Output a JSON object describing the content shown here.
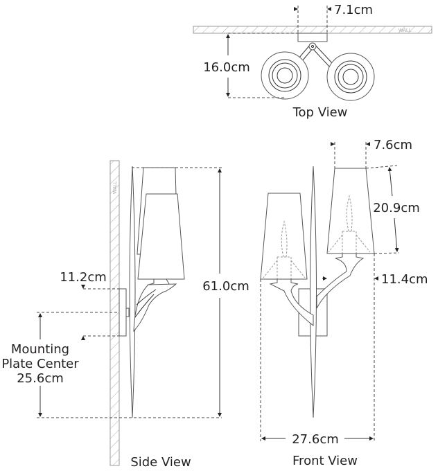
{
  "top_view": {
    "title": "Top View",
    "wall_label": "WALL",
    "plate_width": "7.1cm",
    "depth": "16.0cm"
  },
  "side_view": {
    "title": "Side View",
    "wall_label": "WALL",
    "height": "61.0cm",
    "plate_height": "11.2cm",
    "mounting_label_1": "Mounting",
    "mounting_label_2": "Plate Center",
    "mounting_value": "25.6cm"
  },
  "front_view": {
    "title": "Front View",
    "shade_top_width": "7.6cm",
    "shade_height": "20.9cm",
    "shade_bottom_width": "11.4cm",
    "overall_width": "27.6cm"
  },
  "colors": {
    "line": "#333333",
    "wall_hatch": "#999999",
    "text": "#231f20"
  }
}
